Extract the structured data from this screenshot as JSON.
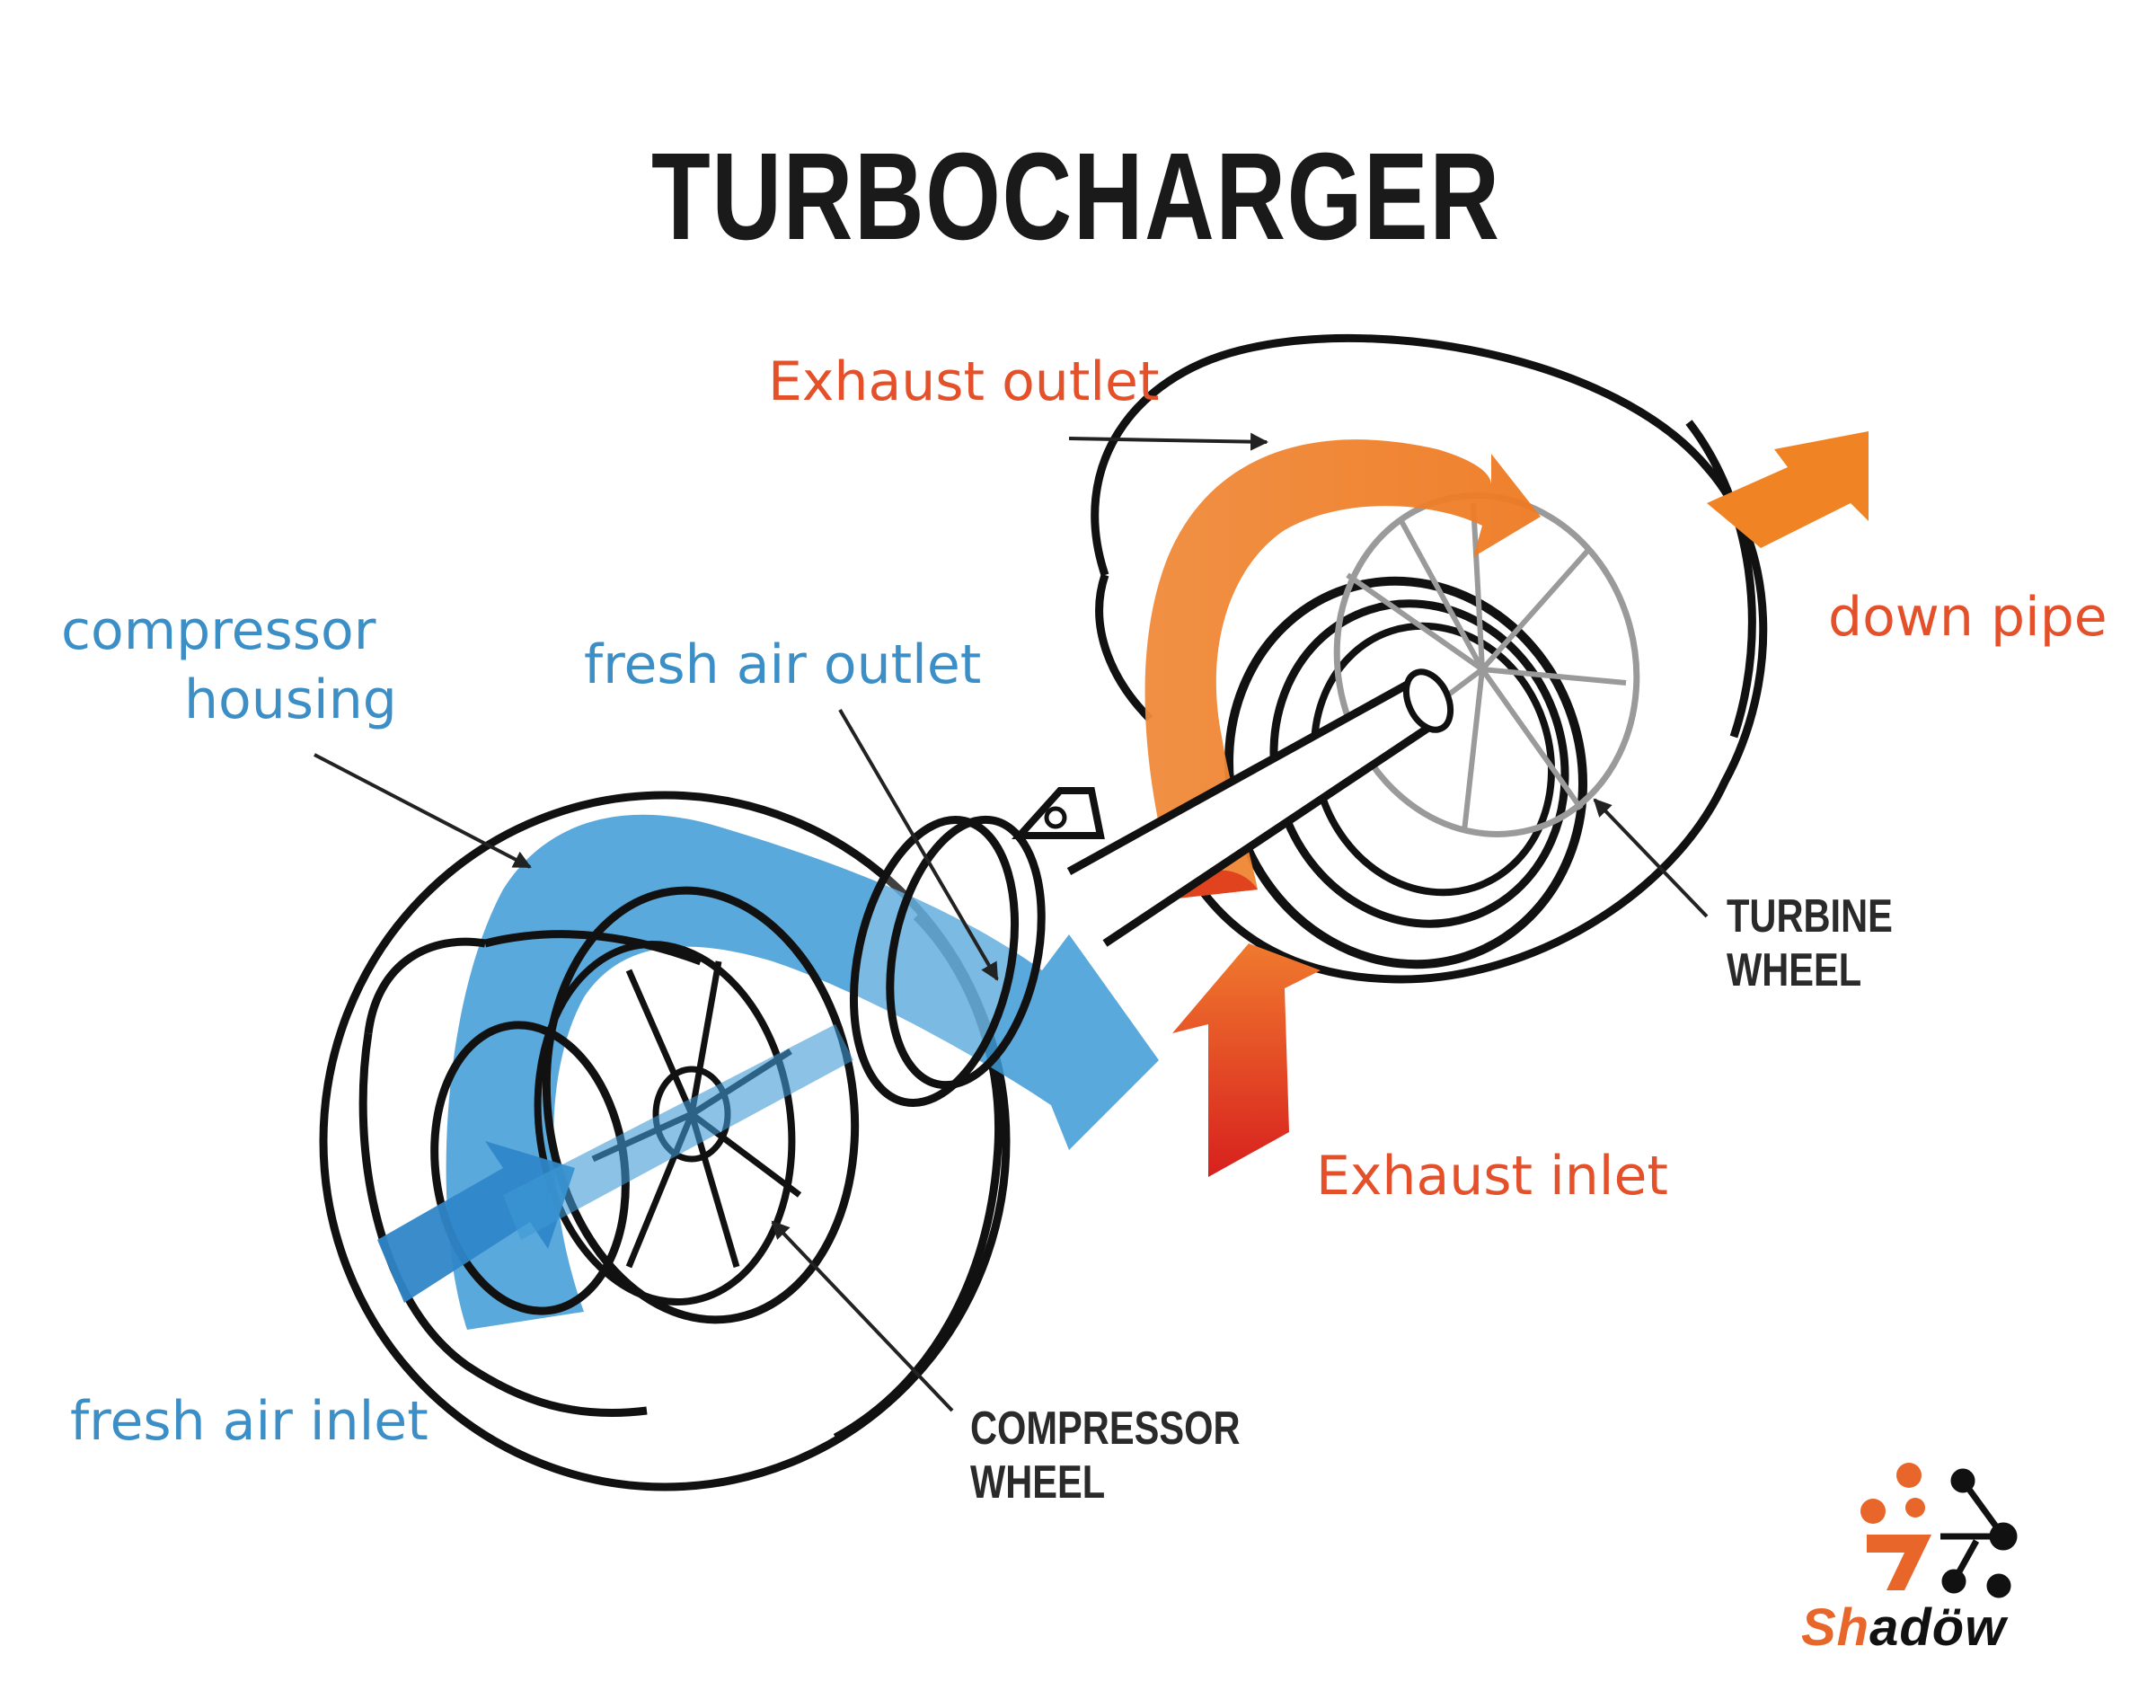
{
  "title": "TURBOCHARGER",
  "labels": {
    "exhaust_outlet": "Exhaust  outlet",
    "down_pipe": "down pipe",
    "compressor_housing_line1": "compressor",
    "compressor_housing_line2": "housing",
    "fresh_air_outlet": "fresh air outlet",
    "exhaust_inlet": "Exhaust inlet",
    "fresh_air_inlet": "fresh air inlet",
    "turbine_wheel_line1": "TURBINE",
    "turbine_wheel_line2": "WHEEL",
    "compressor_wheel_line1": "COMPRESSOR",
    "compressor_wheel_line2": "WHEEL"
  },
  "logo": {
    "wordmark_part1": "Sh",
    "wordmark_part2": "adöw"
  },
  "colors": {
    "fresh_air": "#3b8fc6",
    "exhaust": "#e4502a",
    "outline": "#111111",
    "logo_orange": "#e8662a"
  }
}
